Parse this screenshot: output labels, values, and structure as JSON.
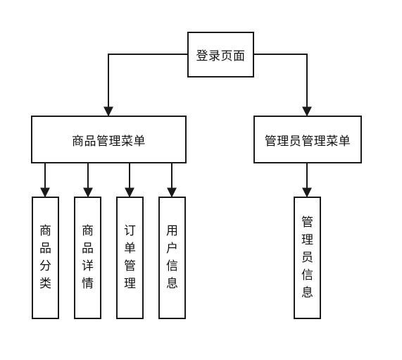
{
  "nodes": {
    "login": "登录页面",
    "product_menu": "商品管理菜单",
    "admin_menu": "管理员管理菜单",
    "category": "商品分类",
    "detail": "商品详情",
    "order": "订单管理",
    "user": "用户信息",
    "admin_info": "管理员信息"
  },
  "edges": [
    {
      "from": "login",
      "to": "product_menu"
    },
    {
      "from": "login",
      "to": "admin_menu"
    },
    {
      "from": "product_menu",
      "to": "category"
    },
    {
      "from": "product_menu",
      "to": "detail"
    },
    {
      "from": "product_menu",
      "to": "order"
    },
    {
      "from": "product_menu",
      "to": "user"
    },
    {
      "from": "admin_menu",
      "to": "admin_info"
    }
  ],
  "colors": {
    "line": "#1a1a1a",
    "box_fill": "#ffffff"
  }
}
